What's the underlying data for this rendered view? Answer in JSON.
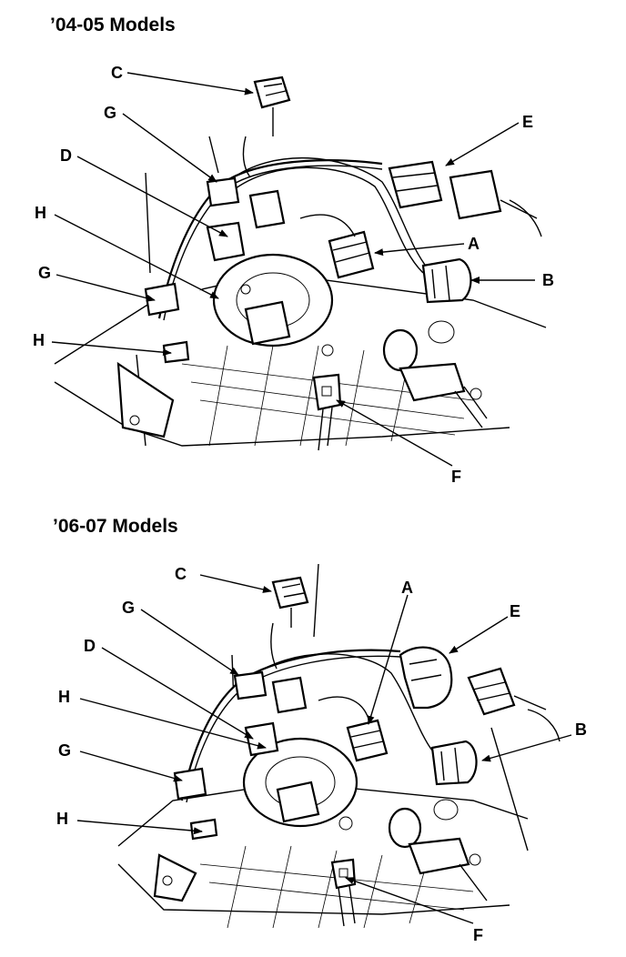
{
  "diagrams": [
    {
      "title": "’04-05 Models",
      "labels": {
        "A": "A",
        "B": "B",
        "C": "C",
        "D": "D",
        "E": "E",
        "F": "F",
        "G1": "G",
        "G2": "G",
        "H1": "H",
        "H2": "H"
      }
    },
    {
      "title": "’06-07 Models",
      "labels": {
        "A": "A",
        "B": "B",
        "C": "C",
        "D": "D",
        "E": "E",
        "F": "F",
        "G1": "G",
        "G2": "G",
        "H1": "H",
        "H2": "H"
      }
    }
  ],
  "colors": {
    "ink": "#000000",
    "paper": "#ffffff"
  }
}
